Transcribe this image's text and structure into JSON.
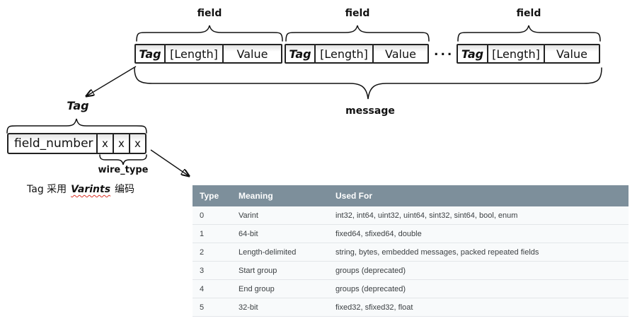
{
  "diagram": {
    "field_label": "field",
    "message_label": "message",
    "ellipsis": "...",
    "field_cells": [
      "Tag",
      "[Length]",
      "Value"
    ],
    "tag_pointer_label": "Tag",
    "tag_detail": {
      "field_number": "field_number",
      "wire_bits": [
        "x",
        "x",
        "x"
      ],
      "wire_type_label": "wire_type"
    },
    "note": {
      "prefix": "Tag 采用",
      "highlight": "Varints",
      "suffix": "编码"
    }
  },
  "table": {
    "headers": [
      "Type",
      "Meaning",
      "Used For"
    ],
    "rows": [
      {
        "type": "0",
        "meaning": "Varint",
        "used_for": "int32, int64, uint32, uint64, sint32, sint64, bool, enum"
      },
      {
        "type": "1",
        "meaning": "64-bit",
        "used_for": "fixed64, sfixed64, double"
      },
      {
        "type": "2",
        "meaning": "Length-delimited",
        "used_for": "string, bytes, embedded messages, packed repeated fields"
      },
      {
        "type": "3",
        "meaning": "Start group",
        "used_for": "groups (deprecated)"
      },
      {
        "type": "4",
        "meaning": "End group",
        "used_for": "groups (deprecated)"
      },
      {
        "type": "5",
        "meaning": "32-bit",
        "used_for": "fixed32, sfixed32, float"
      }
    ]
  },
  "colors": {
    "table_header_bg": "#7d8f9b",
    "table_row_bg": "#f8fafb",
    "note_underline": "#d93025",
    "stroke": "#111111"
  }
}
